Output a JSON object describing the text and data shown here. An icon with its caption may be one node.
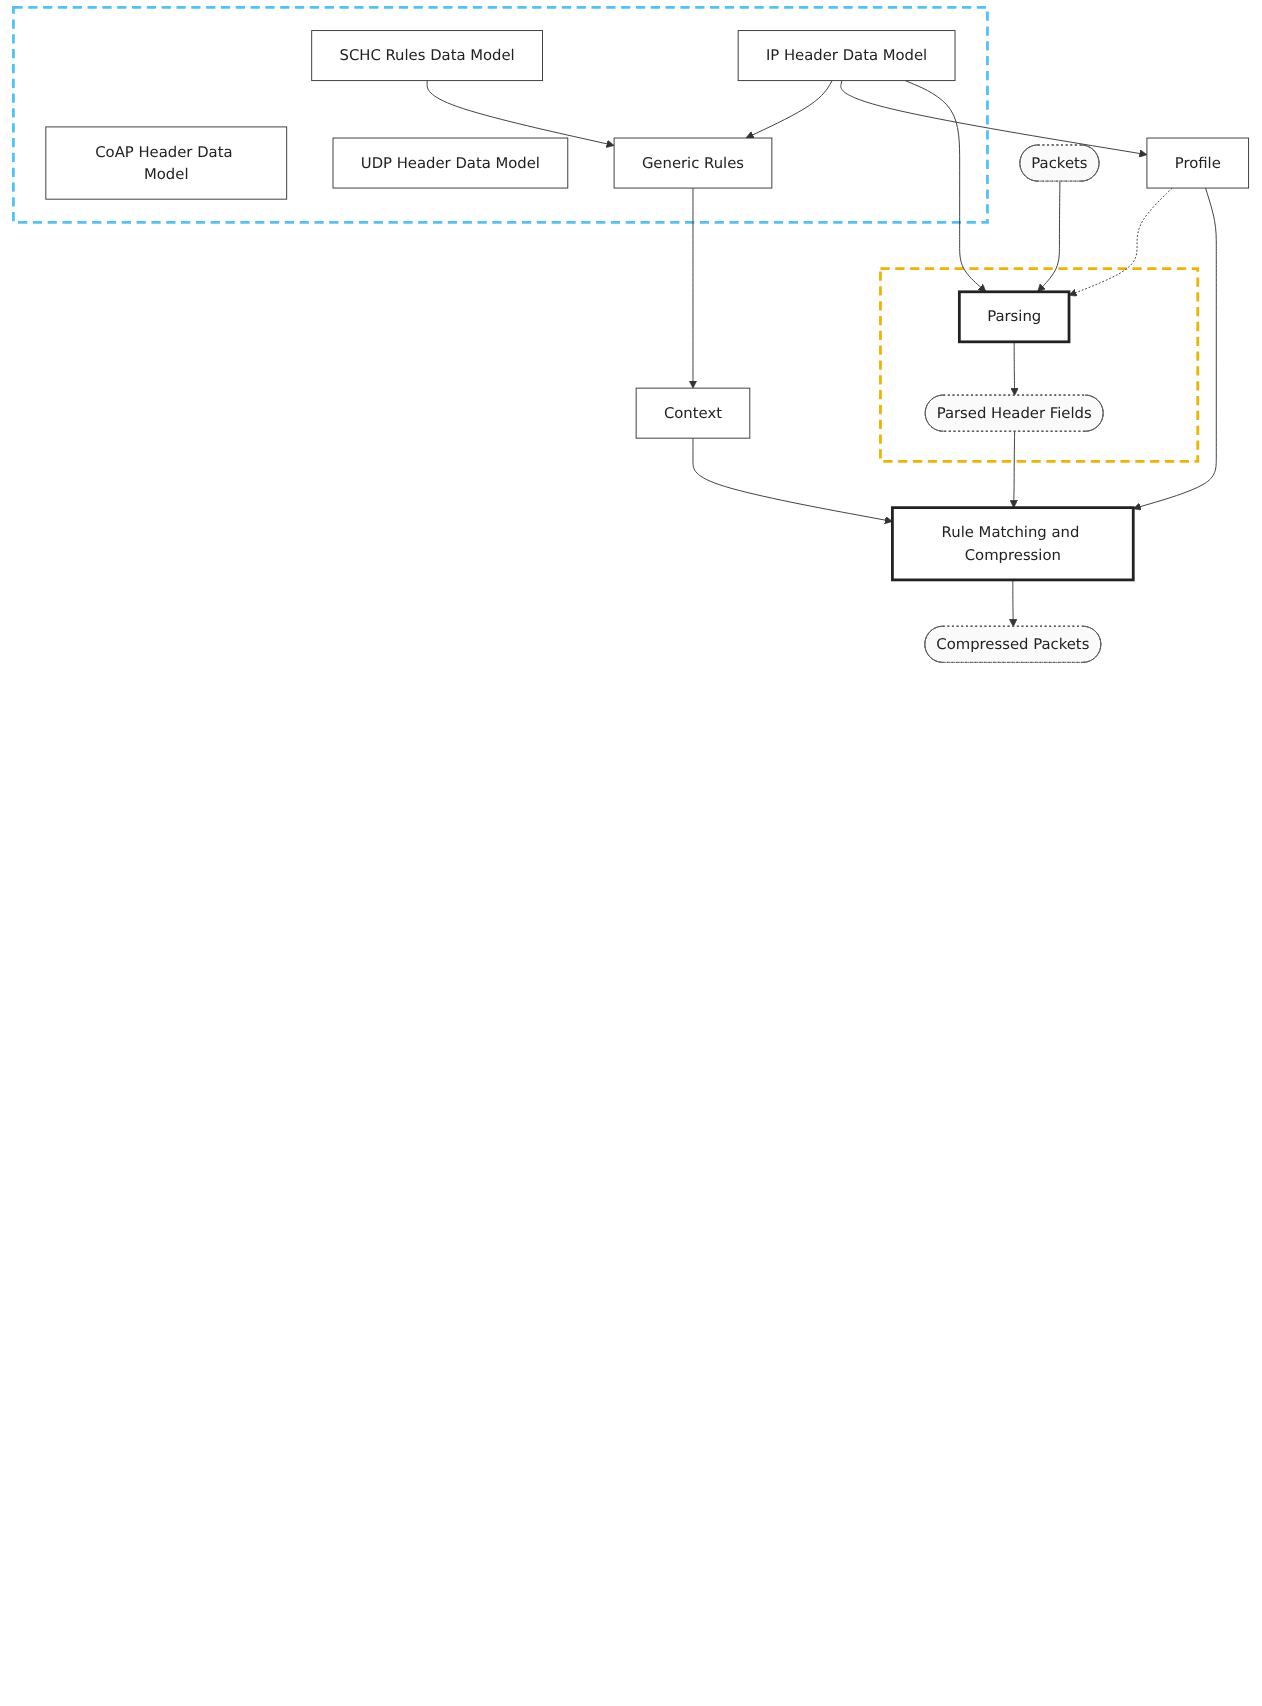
{
  "diagram": {
    "nodes": [
      {
        "text": [],
        "shape": "box"
      },
      {
        "text": [
          "CoAP Header Data Model"
        ],
        "in": 0
      },
      {
        "text": [
          "UDP Header Data Model"
        ],
        "in": 0
      },
      {
        "text": [
          "SCHC Rules Data Model"
        ],
        "in": 0
      },
      {
        "text": [
          "IP Header Data Model"
        ],
        "in": 0
      },
      {
        "text": [
          "Packets"
        ]
      },
      {
        "text": [
          "Generic Rules"
        ],
        "in": 0
      },
      {
        "text": [
          "Context"
        ]
      },
      {
        "text": [
          "Profile"
        ]
      },
      {
        "text": [],
        "shape": "box"
      },
      {
        "text": [
          "Parsing"
        ],
        "in": 9
      },
      {
        "text": [
          "Parsed Header Fields"
        ],
        "in": 9
      },
      {
        "text": [
          "Rule Matching and Compression"
        ]
      },
      {
        "text": [
          "Compressed Packets"
        ]
      }
    ],
    "edges": [
      {
        "from": 3,
        "to": 6,
        "arrow": "to"
      },
      {
        "from": 4,
        "to": 6,
        "arrow": "to"
      },
      {
        "from": 4,
        "to": 8,
        "arrow": "to"
      },
      {
        "from": 4,
        "to": 10,
        "arrow": "to"
      },
      {
        "from": 5,
        "to": 10,
        "arrow": "to"
      },
      {
        "from": 6,
        "to": 7,
        "arrow": "to"
      },
      {
        "from": 8,
        "to": 10,
        "arrow": "to",
        "style": "dashed"
      },
      {
        "from": 10,
        "to": 11,
        "arrow": "to"
      },
      {
        "from": 7,
        "to": 12,
        "arrow": "to"
      },
      {
        "from": 8,
        "to": 12,
        "arrow": "to"
      },
      {
        "from": 11,
        "to": 12,
        "arrow": "to"
      },
      {
        "from": 12,
        "to": 13,
        "arrow": "to"
      }
    ]
  }
}
